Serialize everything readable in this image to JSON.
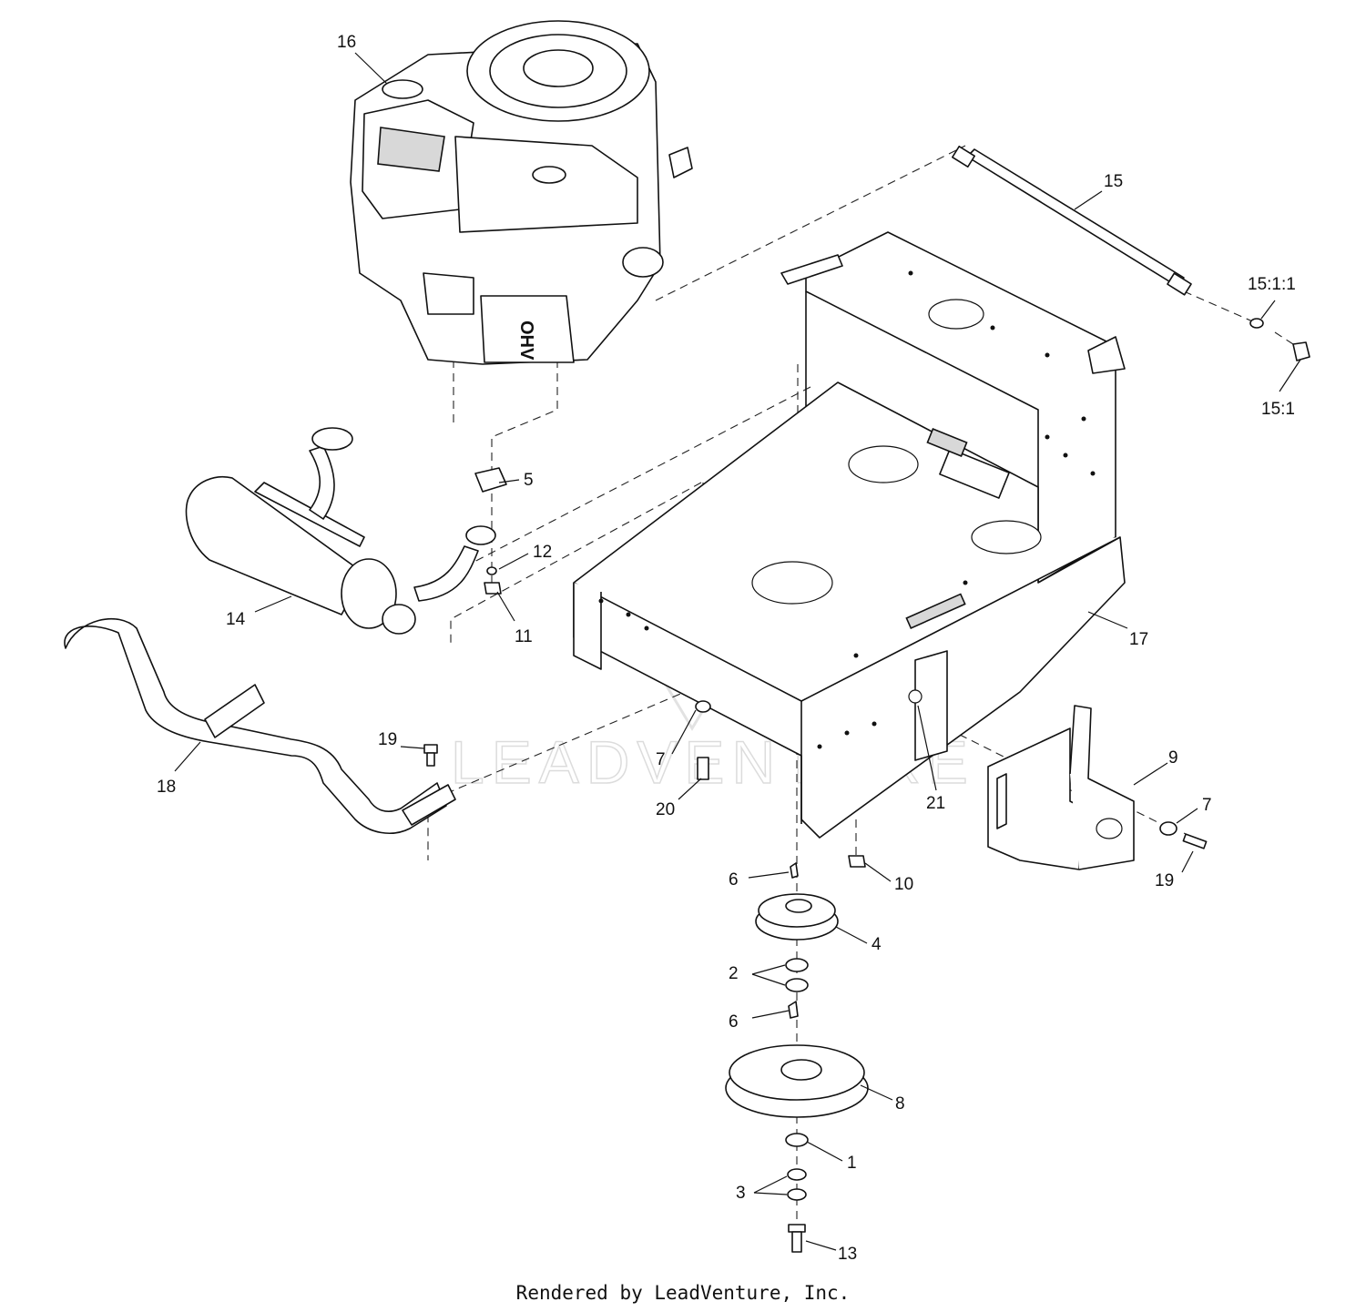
{
  "callouts": [
    {
      "id": "c16",
      "label": "16"
    },
    {
      "id": "c15",
      "label": "15"
    },
    {
      "id": "c15-1-1",
      "label": "15:1:1"
    },
    {
      "id": "c15-1",
      "label": "15:1"
    },
    {
      "id": "c5",
      "label": "5"
    },
    {
      "id": "c12",
      "label": "12"
    },
    {
      "id": "c11",
      "label": "11"
    },
    {
      "id": "c14",
      "label": "14"
    },
    {
      "id": "c17",
      "label": "17"
    },
    {
      "id": "c19a",
      "label": "19"
    },
    {
      "id": "c18",
      "label": "18"
    },
    {
      "id": "c7a",
      "label": "7"
    },
    {
      "id": "c20",
      "label": "20"
    },
    {
      "id": "c21",
      "label": "21"
    },
    {
      "id": "c9",
      "label": "9"
    },
    {
      "id": "c7b",
      "label": "7"
    },
    {
      "id": "c19b",
      "label": "19"
    },
    {
      "id": "c6a",
      "label": "6"
    },
    {
      "id": "c10",
      "label": "10"
    },
    {
      "id": "c4",
      "label": "4"
    },
    {
      "id": "c2",
      "label": "2"
    },
    {
      "id": "c6b",
      "label": "6"
    },
    {
      "id": "c8",
      "label": "8"
    },
    {
      "id": "c1",
      "label": "1"
    },
    {
      "id": "c3",
      "label": "3"
    },
    {
      "id": "c13",
      "label": "13"
    }
  ],
  "engine_label": "OHV",
  "watermark": "LEADVENTURE",
  "footer": "Rendered by LeadVenture, Inc."
}
